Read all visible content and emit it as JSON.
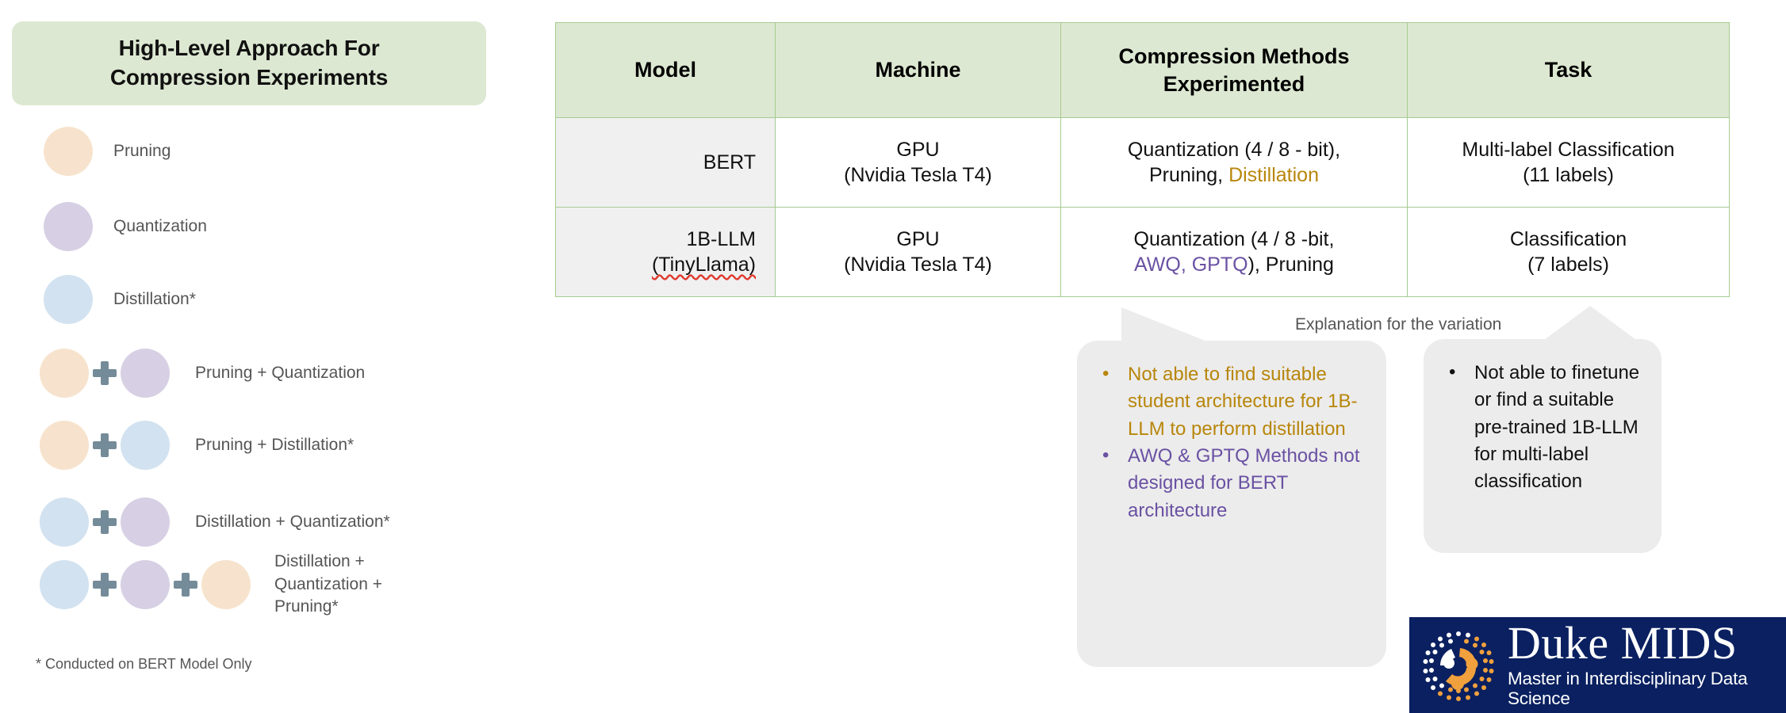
{
  "left_panel": {
    "title": "High-Level Approach For Compression Experiments",
    "title_line1": "High-Level Approach For",
    "title_line2": "Compression Experiments",
    "legend_items": [
      {
        "label": "Pruning",
        "dots": [
          "peach"
        ]
      },
      {
        "label": "Quantization",
        "dots": [
          "lilac"
        ]
      },
      {
        "label": "Distillation*",
        "dots": [
          "blue"
        ]
      },
      {
        "label": "Pruning + Quantization",
        "dots": [
          "peach",
          "lilac"
        ]
      },
      {
        "label": "Pruning + Distillation*",
        "dots": [
          "peach",
          "blue"
        ]
      },
      {
        "label": "Distillation + Quantization*",
        "dots": [
          "blue",
          "lilac"
        ]
      },
      {
        "label": "Distillation + Quantization + Pruning*",
        "dots": [
          "blue",
          "lilac",
          "peach"
        ]
      }
    ],
    "footnote": "* Conducted on BERT Model Only",
    "colors": {
      "title_box_background": "#dde8d2",
      "pruning_dot": "#f7e3cd",
      "quantization_dot": "#d7d0e4",
      "distillation_dot": "#d2e2f0",
      "plus_icon": "#748b99",
      "legend_text": "#555555"
    }
  },
  "table": {
    "headers": [
      "Model",
      "Machine",
      "Compression Methods Experimented",
      "Task"
    ],
    "header_line_breaks": {
      "2": [
        "Compression Methods",
        "Experimented"
      ]
    },
    "rows": [
      {
        "model": "BERT",
        "model_line1": "BERT",
        "model_line2": "",
        "machine_line1": "GPU",
        "machine_line2": "(Nvidia Tesla T4)",
        "methods_line1": "Quantization (4 / 8 - bit),",
        "methods_line2_plain": "Pruning, ",
        "methods_line2_highlight": "Distillation",
        "methods_line2_suffix": "",
        "methods_highlight_color": "#b8860b",
        "task_line1": "Multi-label Classification",
        "task_line2": "(11 labels)"
      },
      {
        "model": "1B-LLM (TinyLlama)",
        "model_line1": "1B-LLM",
        "model_line2": "(TinyLlama)",
        "machine_line1": "GPU",
        "machine_line2": "(Nvidia Tesla T4)",
        "methods_line1": "Quantization (4 / 8 -bit,",
        "methods_line2_plain": "",
        "methods_line2_highlight": "AWQ, GPTQ",
        "methods_line2_suffix": "), Pruning",
        "methods_highlight_color": "#6a51a3",
        "task_line1": "Classification",
        "task_line2": "(7 labels)"
      }
    ],
    "colors": {
      "header_background": "#dde8d2",
      "border": "#a6cb92",
      "model_cell_background": "#f0f0f0"
    }
  },
  "explanation": {
    "label": "Explanation for the variation",
    "callout_left": {
      "bullets": [
        {
          "text": "Not able to find suitable student architecture for 1B-LLM to perform distillation",
          "color": "#b8860b",
          "style": "gold"
        },
        {
          "text": "AWQ & GPTQ Methods not designed for BERT architecture",
          "color": "#6a51a3",
          "style": "purple"
        }
      ]
    },
    "callout_right": {
      "bullets": [
        {
          "text": "Not able to finetune or find a suitable pre-trained 1B-LLM for multi-label classification",
          "color": "#111111",
          "style": "black"
        }
      ]
    },
    "bubble_background": "#ececec"
  },
  "logo": {
    "title": "Duke MIDS",
    "subtitle": "Master in Interdisciplinary Data Science",
    "background": "#0a2060",
    "accent": "#f0a03c"
  }
}
